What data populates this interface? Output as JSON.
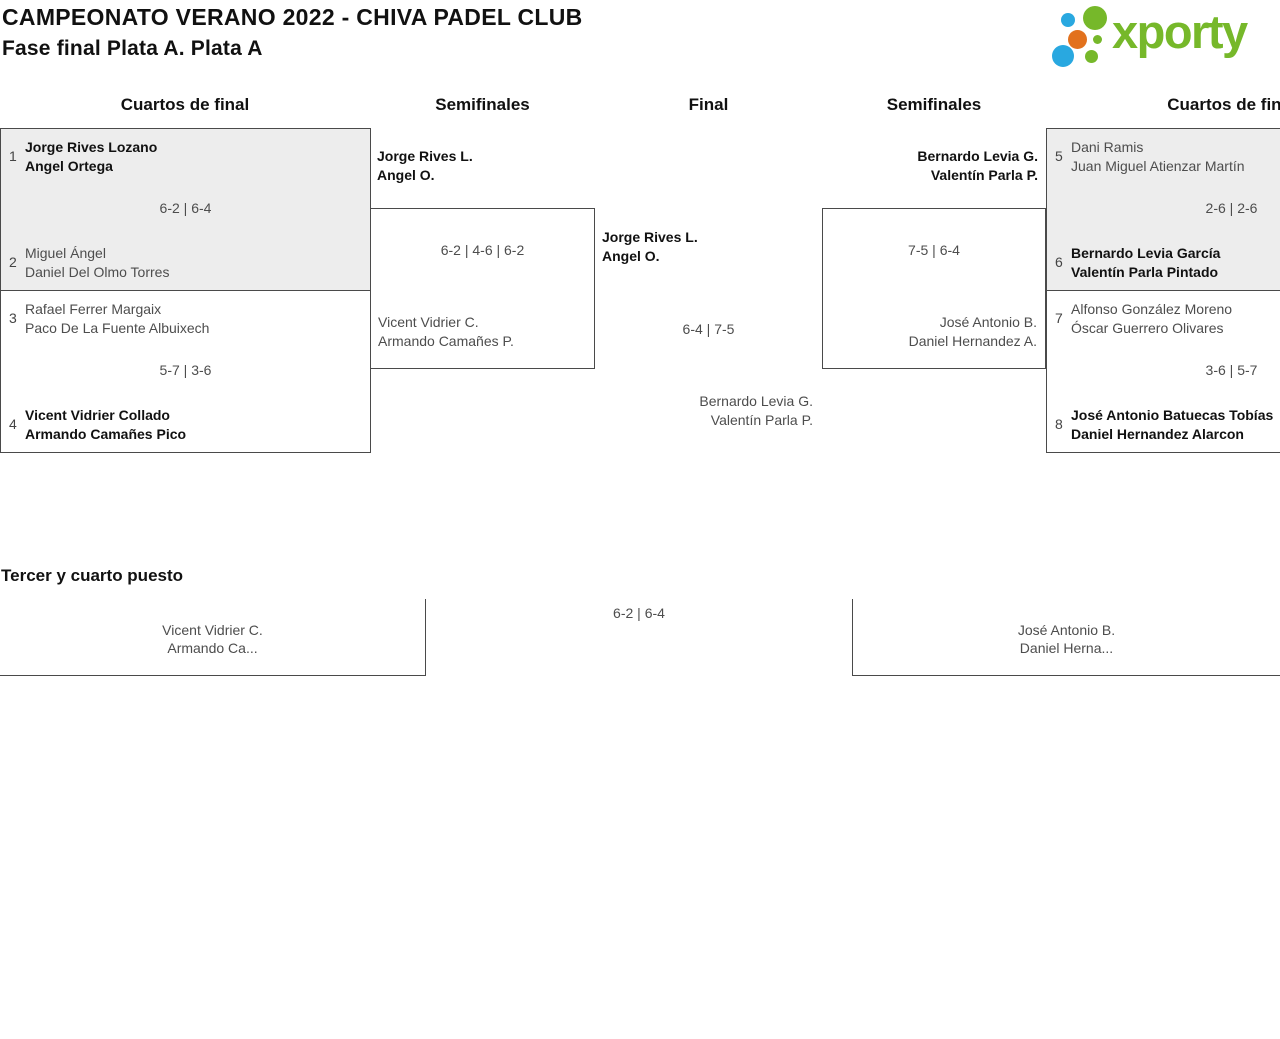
{
  "header": {
    "title": "CAMPEONATO VERANO 2022 - CHIVA PADEL CLUB",
    "subtitle": "Fase final Plata A. Plata A",
    "logo_text": "xporty"
  },
  "round_headers": [
    "Cuartos de final",
    "Semifinales",
    "Final",
    "Semifinales",
    "Cuartos de final"
  ],
  "colors": {
    "logo_green": "#76b82a",
    "logo_blue": "#29a8e0",
    "logo_orange": "#e2711d",
    "box_grey": "#ededed",
    "line_border": "#4a4a4a",
    "text_winner": "#111111",
    "text_regular": "#4d4d4d"
  },
  "bracket": {
    "qf1": {
      "seed_top": "1",
      "team_top": [
        "Jorge Rives Lozano",
        "Angel Ortega"
      ],
      "score": "6-2 | 6-4",
      "seed_bottom": "2",
      "team_bottom": [
        "Miguel Ángel",
        "Daniel Del Olmo Torres"
      ],
      "winner": "top"
    },
    "qf2": {
      "seed_top": "3",
      "team_top": [
        "Rafael Ferrer Margaix",
        "Paco De La Fuente Albuixech"
      ],
      "score": "5-7 | 3-6",
      "seed_bottom": "4",
      "team_bottom": [
        "Vicent Vidrier Collado",
        "Armando Camañes Pico"
      ],
      "winner": "bottom"
    },
    "sf_left": {
      "winner_team": [
        "Jorge Rives L.",
        "Angel O."
      ],
      "score": "6-2 | 4-6 | 6-2",
      "loser_team": [
        "Vicent Vidrier C.",
        "Armando Camañes P."
      ]
    },
    "final": {
      "winner_team": [
        "Jorge Rives L.",
        "Angel O."
      ],
      "score": "6-4 | 7-5",
      "loser_team": [
        "Bernardo Levia G.",
        "Valentín Parla P."
      ]
    },
    "sf_right": {
      "winner_team": [
        "Bernardo Levia G.",
        "Valentín Parla P."
      ],
      "score": "7-5 | 6-4",
      "loser_team": [
        "José Antonio B.",
        "Daniel Hernandez A."
      ]
    },
    "qf3": {
      "seed_top": "5",
      "team_top": [
        "Dani Ramis",
        "Juan Miguel Atienzar Martín"
      ],
      "score": "2-6 | 2-6",
      "seed_bottom": "6",
      "team_bottom": [
        "Bernardo Levia García",
        "Valentín Parla Pintado"
      ],
      "winner": "bottom"
    },
    "qf4": {
      "seed_top": "7",
      "team_top": [
        "Alfonso González Moreno",
        "Óscar Guerrero Olivares"
      ],
      "score": "3-6 | 5-7",
      "seed_bottom": "8",
      "team_bottom": [
        "José Antonio Batuecas Tobías",
        "Daniel Hernandez Alarcon"
      ],
      "winner": "bottom"
    }
  },
  "third_place": {
    "heading": "Tercer y cuarto puesto",
    "left_team": [
      "Vicent Vidrier C.",
      "Armando Ca..."
    ],
    "score": "6-2 | 6-4",
    "right_team": [
      "José Antonio B.",
      "Daniel Herna..."
    ]
  }
}
